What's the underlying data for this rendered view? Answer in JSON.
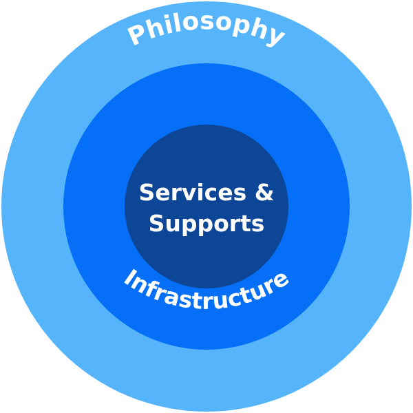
{
  "rings": {
    "outer": {
      "label": "Philosophy",
      "color": "#56b4fb"
    },
    "middle": {
      "label": "Infrastructure",
      "color": "#0570f7"
    },
    "inner": {
      "label_line1": "Services &",
      "label_line2": "Supports",
      "color": "#0d4696"
    }
  },
  "text_color": "#ffffff"
}
